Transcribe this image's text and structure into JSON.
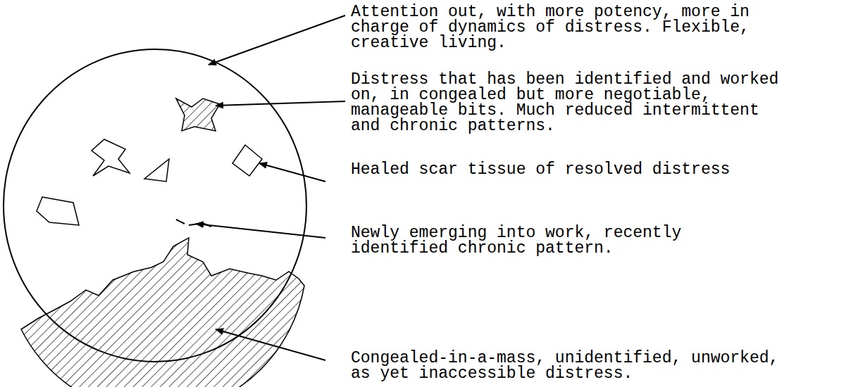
{
  "diagram": {
    "labels": [
      "Attention out, with more potency, more in charge of dynamics of distress. Flexible, creative living.",
      "Distress that has been identified and worked on, in congealed but more negotiable, manageable bits.  Much reduced intermittent and chronic patterns.",
      "Healed scar tissue of resolved distress",
      "Newly emerging into work, recently identified chronic pattern.",
      "Congealed-in-a-mass, unidentified, unworked, as yet inaccessible distress."
    ]
  }
}
